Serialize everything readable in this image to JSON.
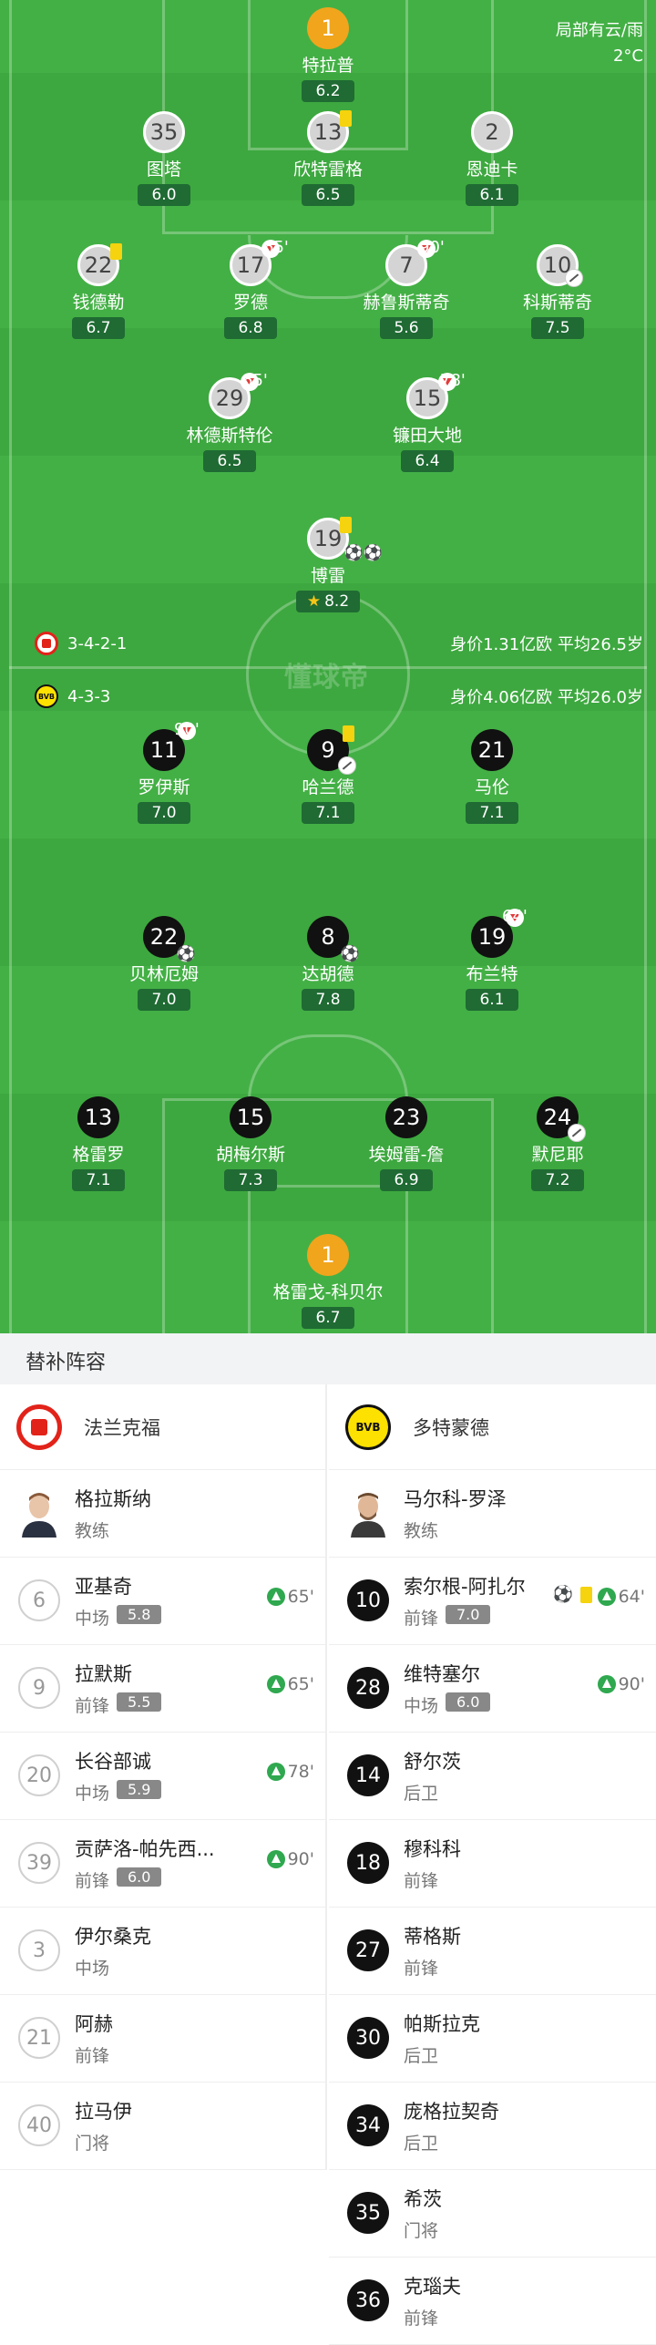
{
  "weather": {
    "condition": "局部有云/雨",
    "temperature": "2°C"
  },
  "watermark": "懂球帝",
  "home": {
    "formation": "3-4-2-1",
    "value_text": "身价1.31亿欧 平均26.5岁",
    "colors": {
      "accent": "#e2231a"
    },
    "players": [
      {
        "num": "1",
        "name": "特拉普",
        "rating": "6.2",
        "role": "gk"
      },
      {
        "num": "35",
        "name": "图塔",
        "rating": "6.0"
      },
      {
        "num": "13",
        "name": "欣特雷格",
        "rating": "6.5",
        "yellow": true
      },
      {
        "num": "2",
        "name": "恩迪卡",
        "rating": "6.1"
      },
      {
        "num": "22",
        "name": "钱德勒",
        "rating": "6.7",
        "yellow": true
      },
      {
        "num": "17",
        "name": "罗德",
        "rating": "6.8",
        "sub_out": "65'"
      },
      {
        "num": "7",
        "name": "赫鲁斯蒂奇",
        "rating": "5.6",
        "sub_out": "90'"
      },
      {
        "num": "10",
        "name": "科斯蒂奇",
        "rating": "7.5",
        "assist": true
      },
      {
        "num": "29",
        "name": "林德斯特伦",
        "rating": "6.5",
        "sub_out": "65'"
      },
      {
        "num": "15",
        "name": "镰田大地",
        "rating": "6.4",
        "sub_out": "78'"
      },
      {
        "num": "19",
        "name": "博雷",
        "rating": "8.2",
        "yellow": true,
        "goals": "⚽⚽",
        "star": true
      }
    ]
  },
  "away": {
    "formation": "4-3-3",
    "value_text": "身价4.06亿欧 平均26.0岁",
    "colors": {
      "accent": "#fde100"
    },
    "players": [
      {
        "num": "11",
        "name": "罗伊斯",
        "rating": "7.0",
        "sub_out": "90'"
      },
      {
        "num": "9",
        "name": "哈兰德",
        "rating": "7.1",
        "yellow": true,
        "assist": true
      },
      {
        "num": "21",
        "name": "马伦",
        "rating": "7.1"
      },
      {
        "num": "22",
        "name": "贝林厄姆",
        "rating": "7.0",
        "goals": "⚽"
      },
      {
        "num": "8",
        "name": "达胡德",
        "rating": "7.8",
        "goals": "⚽"
      },
      {
        "num": "19",
        "name": "布兰特",
        "rating": "6.1",
        "sub_out": "64'"
      },
      {
        "num": "13",
        "name": "格雷罗",
        "rating": "7.1"
      },
      {
        "num": "15",
        "name": "胡梅尔斯",
        "rating": "7.3"
      },
      {
        "num": "23",
        "name": "埃姆雷-詹",
        "rating": "6.9"
      },
      {
        "num": "24",
        "name": "默尼耶",
        "rating": "7.2",
        "assist": true
      },
      {
        "num": "1",
        "name": "格雷戈-科贝尔",
        "rating": "6.7",
        "role": "gk"
      }
    ]
  },
  "subs": {
    "title": "替补阵容",
    "home": {
      "team": "法兰克福",
      "coach": {
        "name": "格拉斯纳",
        "role": "教练"
      },
      "players": [
        {
          "num": "6",
          "name": "亚基奇",
          "pos": "中场",
          "rating": "5.8",
          "in": "65'"
        },
        {
          "num": "9",
          "name": "拉默斯",
          "pos": "前锋",
          "rating": "5.5",
          "in": "65'"
        },
        {
          "num": "20",
          "name": "长谷部诚",
          "pos": "中场",
          "rating": "5.9",
          "in": "78'"
        },
        {
          "num": "39",
          "name": "贡萨洛-帕先西...",
          "pos": "前锋",
          "rating": "6.0",
          "in": "90'"
        },
        {
          "num": "3",
          "name": "伊尔桑克",
          "pos": "中场"
        },
        {
          "num": "21",
          "name": "阿赫",
          "pos": "前锋"
        },
        {
          "num": "40",
          "name": "拉马伊",
          "pos": "门将"
        }
      ]
    },
    "away": {
      "team": "多特蒙德",
      "coach": {
        "name": "马尔科-罗泽",
        "role": "教练"
      },
      "players": [
        {
          "num": "10",
          "name": "索尔根-阿扎尔",
          "pos": "前锋",
          "rating": "7.0",
          "in": "64'",
          "goal": true,
          "yellow": true
        },
        {
          "num": "28",
          "name": "维特塞尔",
          "pos": "中场",
          "rating": "6.0",
          "in": "90'"
        },
        {
          "num": "14",
          "name": "舒尔茨",
          "pos": "后卫"
        },
        {
          "num": "18",
          "name": "穆科科",
          "pos": "前锋"
        },
        {
          "num": "27",
          "name": "蒂格斯",
          "pos": "前锋"
        },
        {
          "num": "30",
          "name": "帕斯拉克",
          "pos": "后卫"
        },
        {
          "num": "34",
          "name": "庞格拉契奇",
          "pos": "后卫"
        },
        {
          "num": "35",
          "name": "希茨",
          "pos": "门将"
        },
        {
          "num": "36",
          "name": "克瑙夫",
          "pos": "前锋"
        }
      ]
    }
  }
}
